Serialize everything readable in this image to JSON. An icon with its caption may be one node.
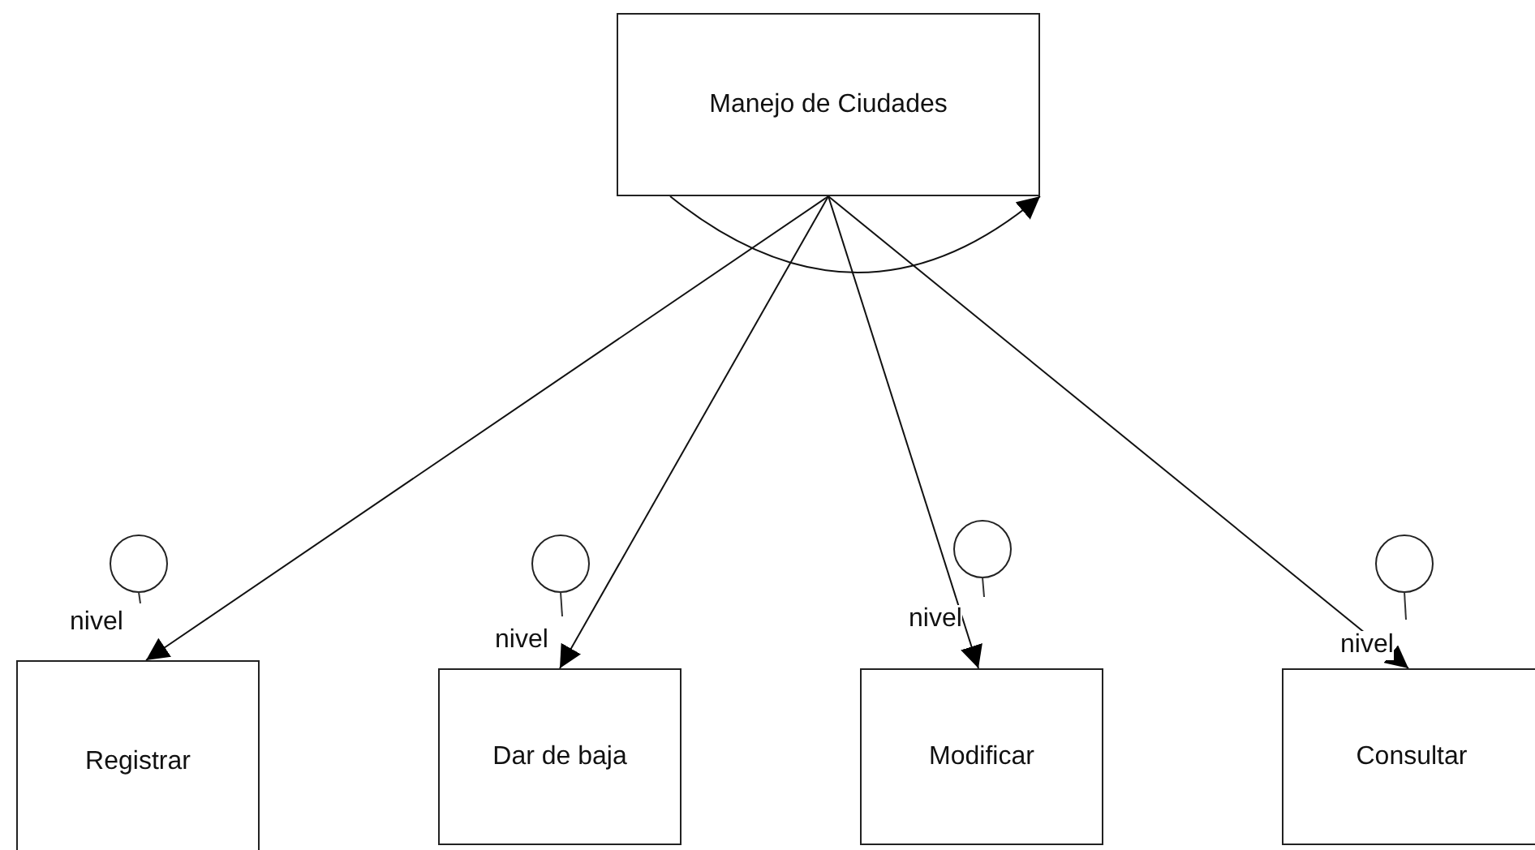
{
  "diagram": {
    "nodes": [
      {
        "text": [
          "Manejo de Ciudades"
        ]
      },
      {
        "text": [
          "Registrar"
        ]
      },
      {
        "text": [
          "Dar de baja"
        ]
      },
      {
        "text": [
          "Modificar"
        ]
      },
      {
        "text": [
          "Consultar"
        ]
      },
      {
        "text": [],
        "shape": "circle"
      },
      {
        "text": [],
        "shape": "circle"
      },
      {
        "text": [],
        "shape": "circle"
      },
      {
        "text": [],
        "shape": "circle"
      }
    ],
    "labels": [
      "nivel",
      "nivel",
      "nivel",
      "nivel"
    ],
    "edges": [
      {
        "from": 0,
        "to": 1,
        "arrow": "to"
      },
      {
        "from": 0,
        "to": 2,
        "arrow": "to"
      },
      {
        "from": 0,
        "to": 3,
        "arrow": "to"
      },
      {
        "from": 0,
        "to": 4,
        "arrow": "to"
      }
    ]
  }
}
